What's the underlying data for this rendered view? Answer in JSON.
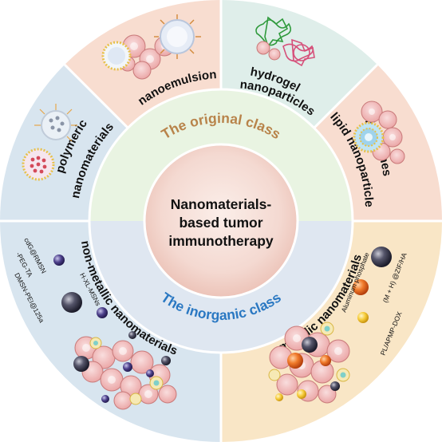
{
  "center": {
    "line1": "Nanomaterials-",
    "line2": "based tumor",
    "line3": "immunotherapy"
  },
  "classes": {
    "original": "The original class",
    "inorganic": "The inorganic class"
  },
  "segments": {
    "nanoemulsion": "nanoemulsion",
    "hydrogel_line1": "hydrogel",
    "hydrogel_line2": "nanoparticles",
    "liposomes": "liposomes",
    "lipid_np": "lipid nanoparticle",
    "polymeric_line1": "polymeric",
    "polymeric_line2": "nanomaterials",
    "non_metallic": "non-metallic nanomaterials",
    "metallic": "metallic nanomaterials"
  },
  "examples": {
    "nonmetal_1a": "cdG@RMSN",
    "nonmetal_1b": "-PEG-TA",
    "nonmetal_2": "H-XL-MSNs",
    "nonmetal_3": "DMSN-PEI@125a",
    "metal_1": "Aluminum phosphate",
    "metal_2": "(M + H) @ZIF/HA",
    "metal_3": "PL/APMP-DOX"
  },
  "colors": {
    "orig_class_text": "#b8834a",
    "inorg_class_text": "#2a78c2",
    "outer_blue": "#d8e5ef",
    "outer_peach": "#f8ddd0",
    "outer_mint": "#dfeeea",
    "outer_cream": "#f9e6c6",
    "middle_green": "#e9f4e2",
    "middle_blue": "#dfe7f1",
    "center_pink": "#f2d2c9",
    "cell_pink": "#f0b8b8"
  }
}
